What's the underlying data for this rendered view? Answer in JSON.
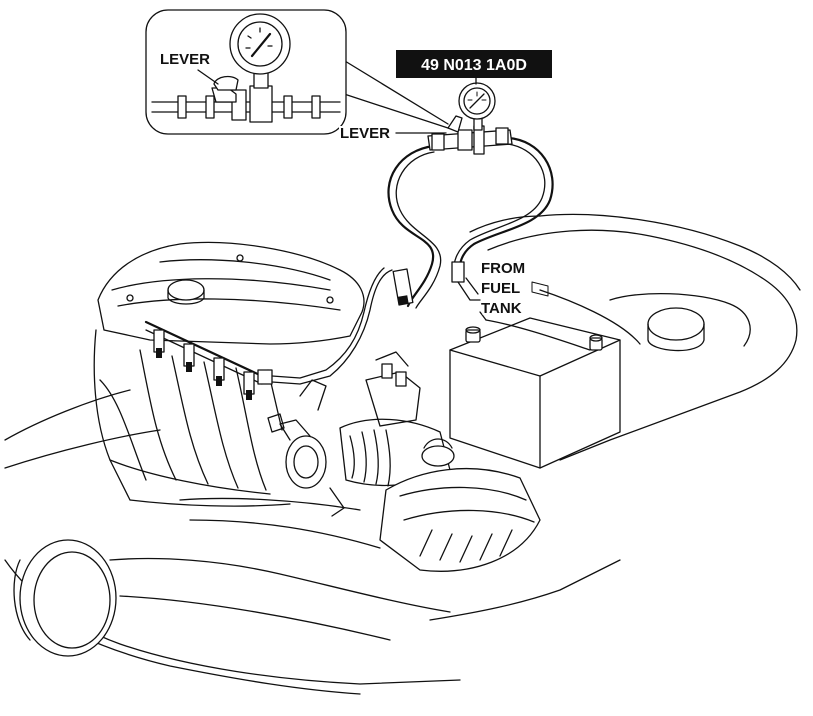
{
  "diagram": {
    "tool_number": "49 N013 1A0D",
    "inset_label": "LEVER",
    "lever_label": "LEVER",
    "fuel_tank_label": {
      "line1": "FROM",
      "line2": "FUEL",
      "line3": "TANK"
    },
    "colors": {
      "line": "#111111",
      "background": "#ffffff",
      "tool_label_bg": "#111111",
      "tool_label_text": "#ffffff"
    }
  }
}
